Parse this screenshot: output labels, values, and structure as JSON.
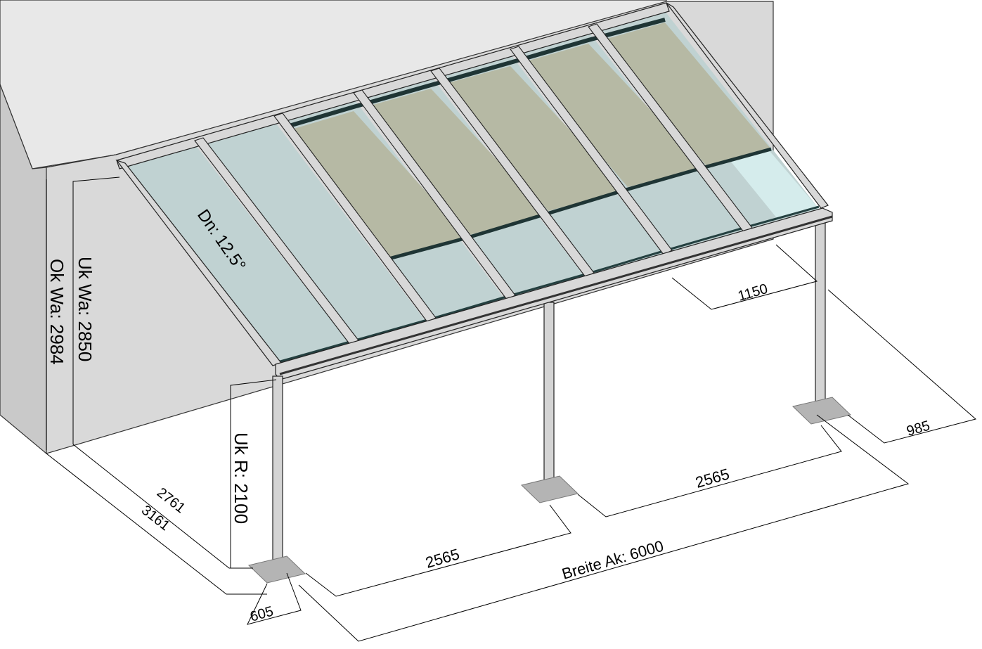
{
  "colors": {
    "glass": "#c0d2d2",
    "glass_light": "#d5ecec",
    "awning": "#b6b9a4",
    "wall_front": "#d9d9d9",
    "wall_side": "#c9c9c9",
    "roof": "#e8e8e8",
    "frame": "#d8d8d8",
    "plate": "#b4b4b4"
  },
  "labels": {
    "pitch": "Dn: 12.5°",
    "uk_wall": "Uk Wa: 2850",
    "ok_wall": "Ok Wa: 2984",
    "uk_gutter": "Uk R: 2100",
    "depth_inner": "2761",
    "depth_outer": "3161",
    "overhang_left": "605",
    "post_spacing_1": "2565",
    "post_spacing_2": "2565",
    "overhang_right": "985",
    "top_offset": "1150",
    "width_total": "Breite Ak: 6000"
  }
}
